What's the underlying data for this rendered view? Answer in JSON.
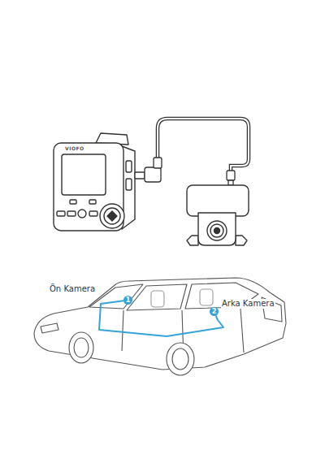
{
  "diagram": {
    "nodes": [
      {
        "text": [
          "1",
          "Ön Kamera"
        ]
      },
      {
        "text": [
          "2",
          "Arka Kamera"
        ]
      }
    ],
    "edges": [
      {
        "from": 0,
        "to": 1,
        "arrow": "none"
      }
    ],
    "labels": [
      "VIOFO"
    ]
  }
}
